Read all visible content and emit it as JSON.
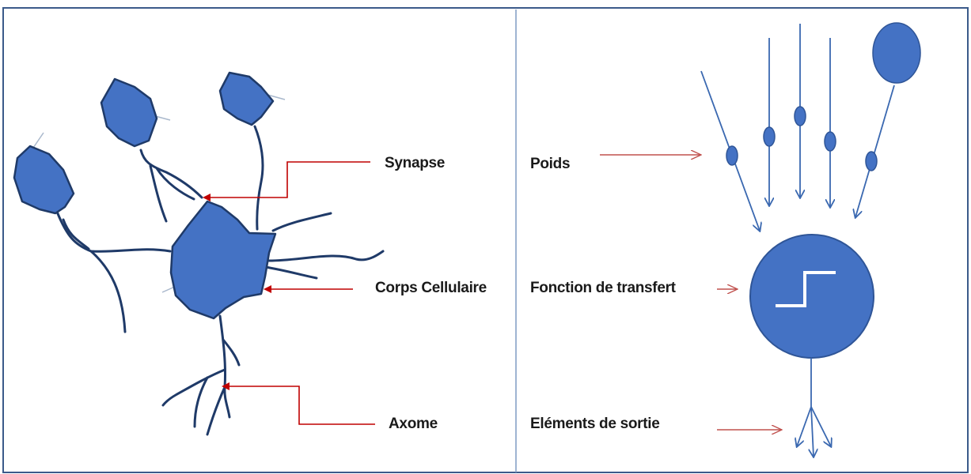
{
  "left_panel": {
    "labels": {
      "synapse": "Synapse",
      "cell_body": "Corps Cellulaire",
      "axon": "Axome"
    }
  },
  "right_panel": {
    "labels": {
      "weights": "Poids",
      "transfer_function": "Fonction de transfert",
      "outputs": "Eléments de sortie"
    }
  },
  "colors": {
    "cell_fill": "#4472c4",
    "dendrite": "#1f3a68",
    "arrow_red": "#c00000",
    "arrow_thin": "#c0504d",
    "link_blue": "#3a68b0",
    "border": "#3b5a8a",
    "divider": "#7f9bc4"
  },
  "icons": {
    "step_function": "step-function-icon"
  }
}
